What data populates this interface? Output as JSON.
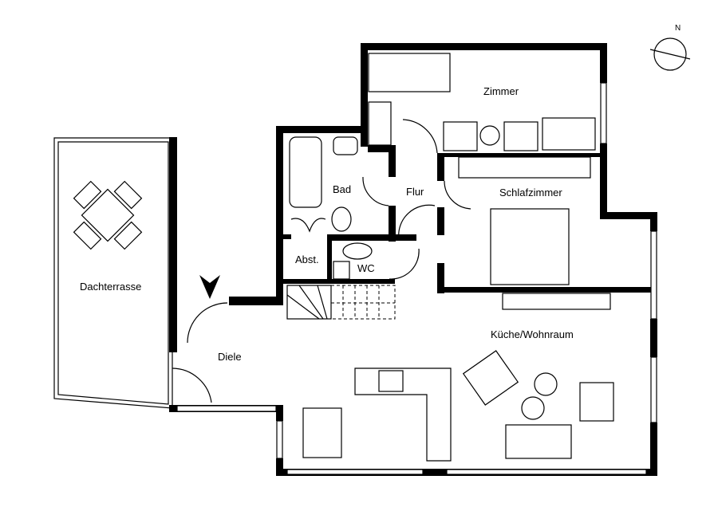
{
  "plan": {
    "rooms": {
      "zimmer": "Zimmer",
      "bad": "Bad",
      "flur": "Flur",
      "schlafzimmer": "Schlafzimmer",
      "abst": "Abst.",
      "wc": "WC",
      "dachterrasse": "Dachterrasse",
      "diele": "Diele",
      "kueche": "Küche/Wohnraum"
    },
    "compass_label": "N"
  },
  "colors": {
    "wall": "#000000",
    "background": "#ffffff"
  }
}
